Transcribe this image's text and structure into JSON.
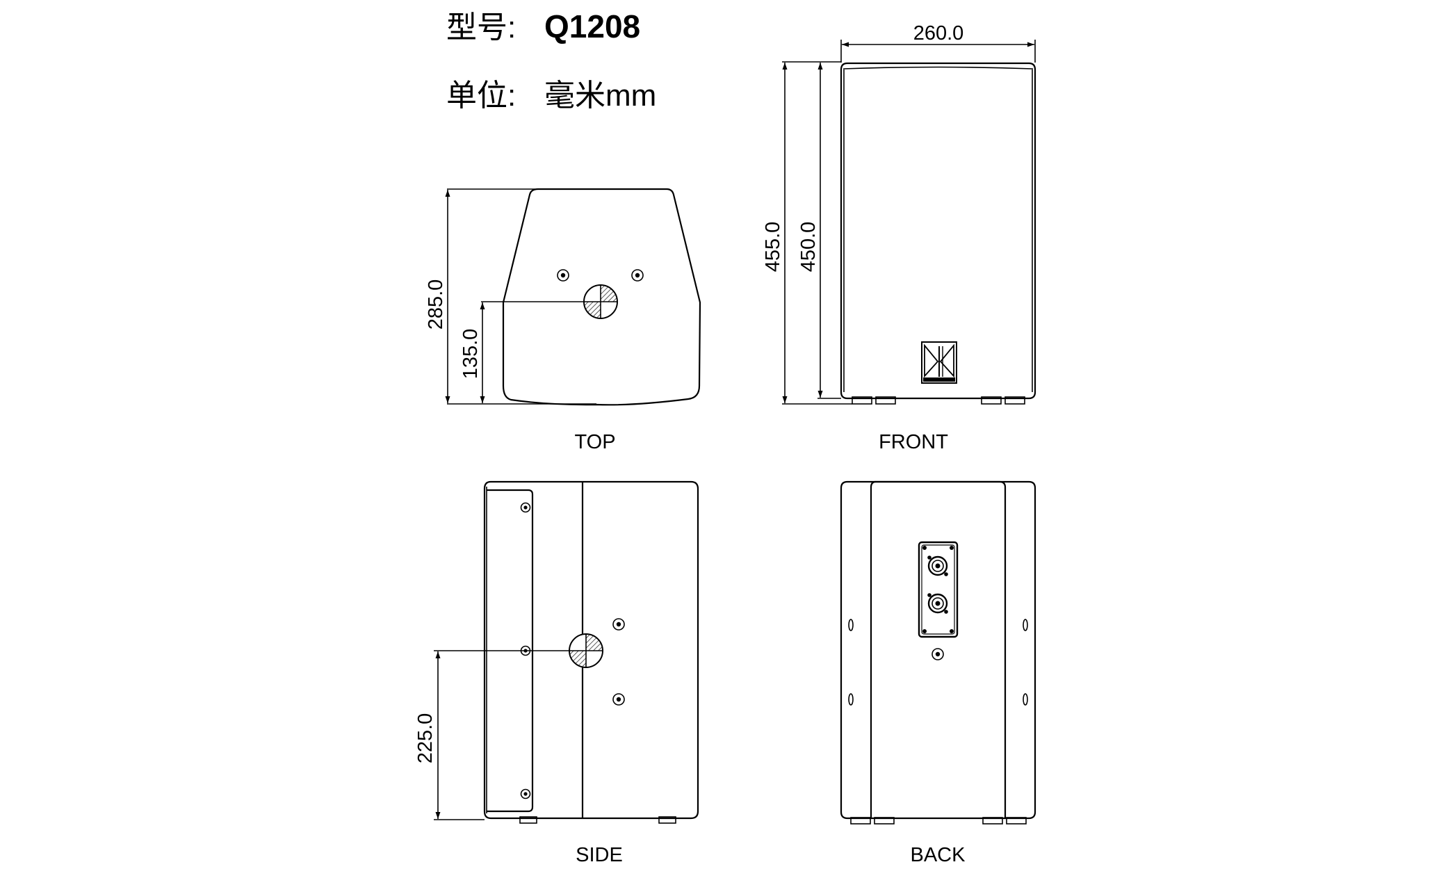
{
  "header": {
    "model_label": "型号:",
    "model_value": "Q1208",
    "unit_label": "单位:",
    "unit_value": "毫米mm"
  },
  "views": {
    "top": {
      "label": "TOP",
      "dim_height": "285.0",
      "dim_center": "135.0"
    },
    "front": {
      "label": "FRONT",
      "dim_width": "260.0",
      "dim_height_outer": "455.0",
      "dim_height_inner": "450.0"
    },
    "side": {
      "label": "SIDE",
      "dim_center": "225.0"
    },
    "back": {
      "label": "BACK"
    }
  },
  "icons": [
    "center-of-gravity-icon",
    "screw-hole-icon",
    "brand-logo-icon",
    "speakon-connector-icon"
  ]
}
